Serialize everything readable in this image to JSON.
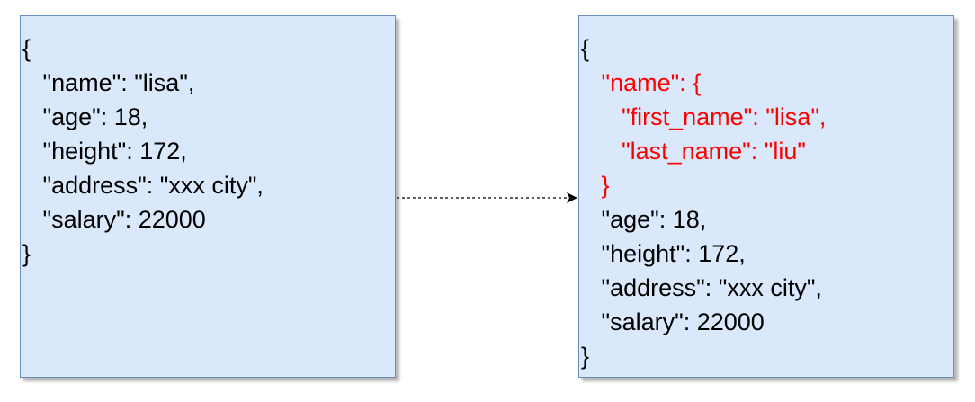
{
  "colors": {
    "box_fill": "#dae8fc",
    "box_stroke": "#6c8ebf",
    "highlight": "#ff0000",
    "text": "#000000"
  },
  "left_box": {
    "lines": [
      "{",
      "   \"name\": \"lisa\",",
      "   \"age\": 18,",
      "   \"height\": 172,",
      "   \"address\": \"xxx city\",",
      "   \"salary\": 22000",
      "}"
    ]
  },
  "right_box": {
    "lines": [
      "{",
      "   \"name\": {",
      "      \"first_name\": \"lisa\",",
      "      \"last_name\": \"liu\"",
      "   }",
      "   \"age\": 18,",
      "   \"height\": 172,",
      "   \"address\": \"xxx city\",",
      "   \"salary\": 22000",
      "}"
    ]
  },
  "connector": {
    "style": "dashed",
    "direction": "left-to-right"
  }
}
